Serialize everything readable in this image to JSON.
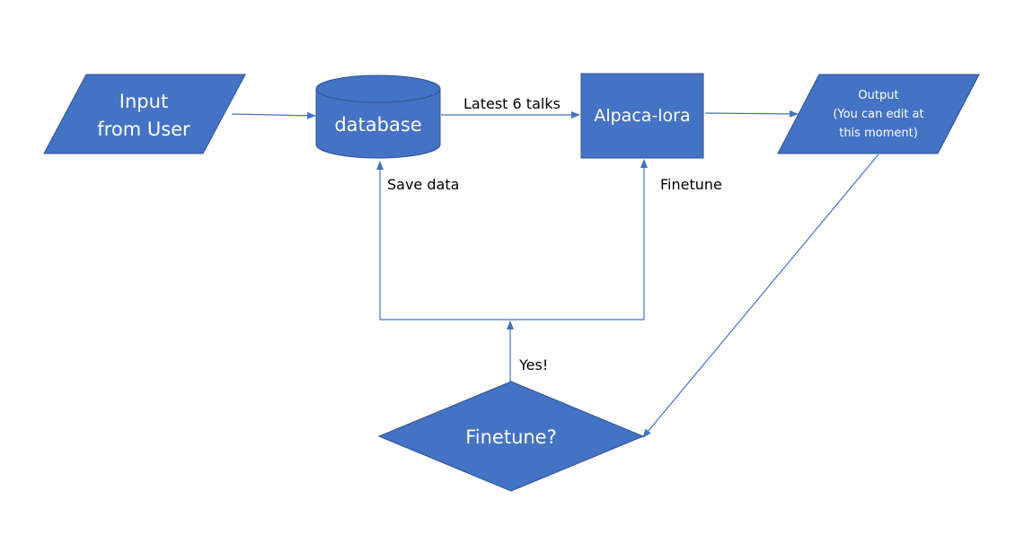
{
  "diagram": {
    "nodes": {
      "input": {
        "line1": "Input",
        "line2": "from User"
      },
      "database": {
        "label": "database"
      },
      "alpaca": {
        "label": "Alpaca-lora"
      },
      "output": {
        "line1": "Output",
        "line2": "(You can edit at",
        "line3": "this moment)"
      },
      "finetune_decision": {
        "label": "Finetune?"
      }
    },
    "edges": {
      "latest_talks": "Latest 6 talks",
      "save_data": "Save data",
      "finetune": "Finetune",
      "yes": "Yes!"
    },
    "colors": {
      "shape_fill": "#4472C4",
      "shape_border": "#2F528F",
      "connector": "#4472C4",
      "shape_text": "#FFFFFF",
      "edge_text": "#000000"
    }
  }
}
